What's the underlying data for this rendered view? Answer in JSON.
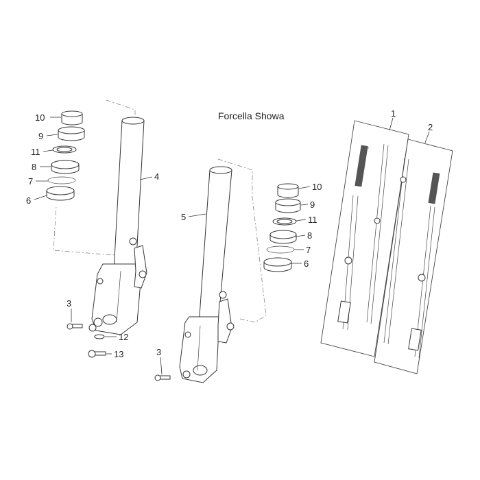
{
  "title": "Forcella Showa",
  "labels": {
    "l10a": "10",
    "l9a": "9",
    "l11a": "11",
    "l8a": "8",
    "l7a": "7",
    "l6a": "6",
    "l4": "4",
    "l5": "5",
    "l3a": "3",
    "l12": "12",
    "l13": "13",
    "l3b": "3",
    "l10b": "10",
    "l9b": "9",
    "l11b": "11",
    "l8b": "8",
    "l7b": "7",
    "l6b": "6",
    "l1": "1",
    "l2": "2"
  }
}
